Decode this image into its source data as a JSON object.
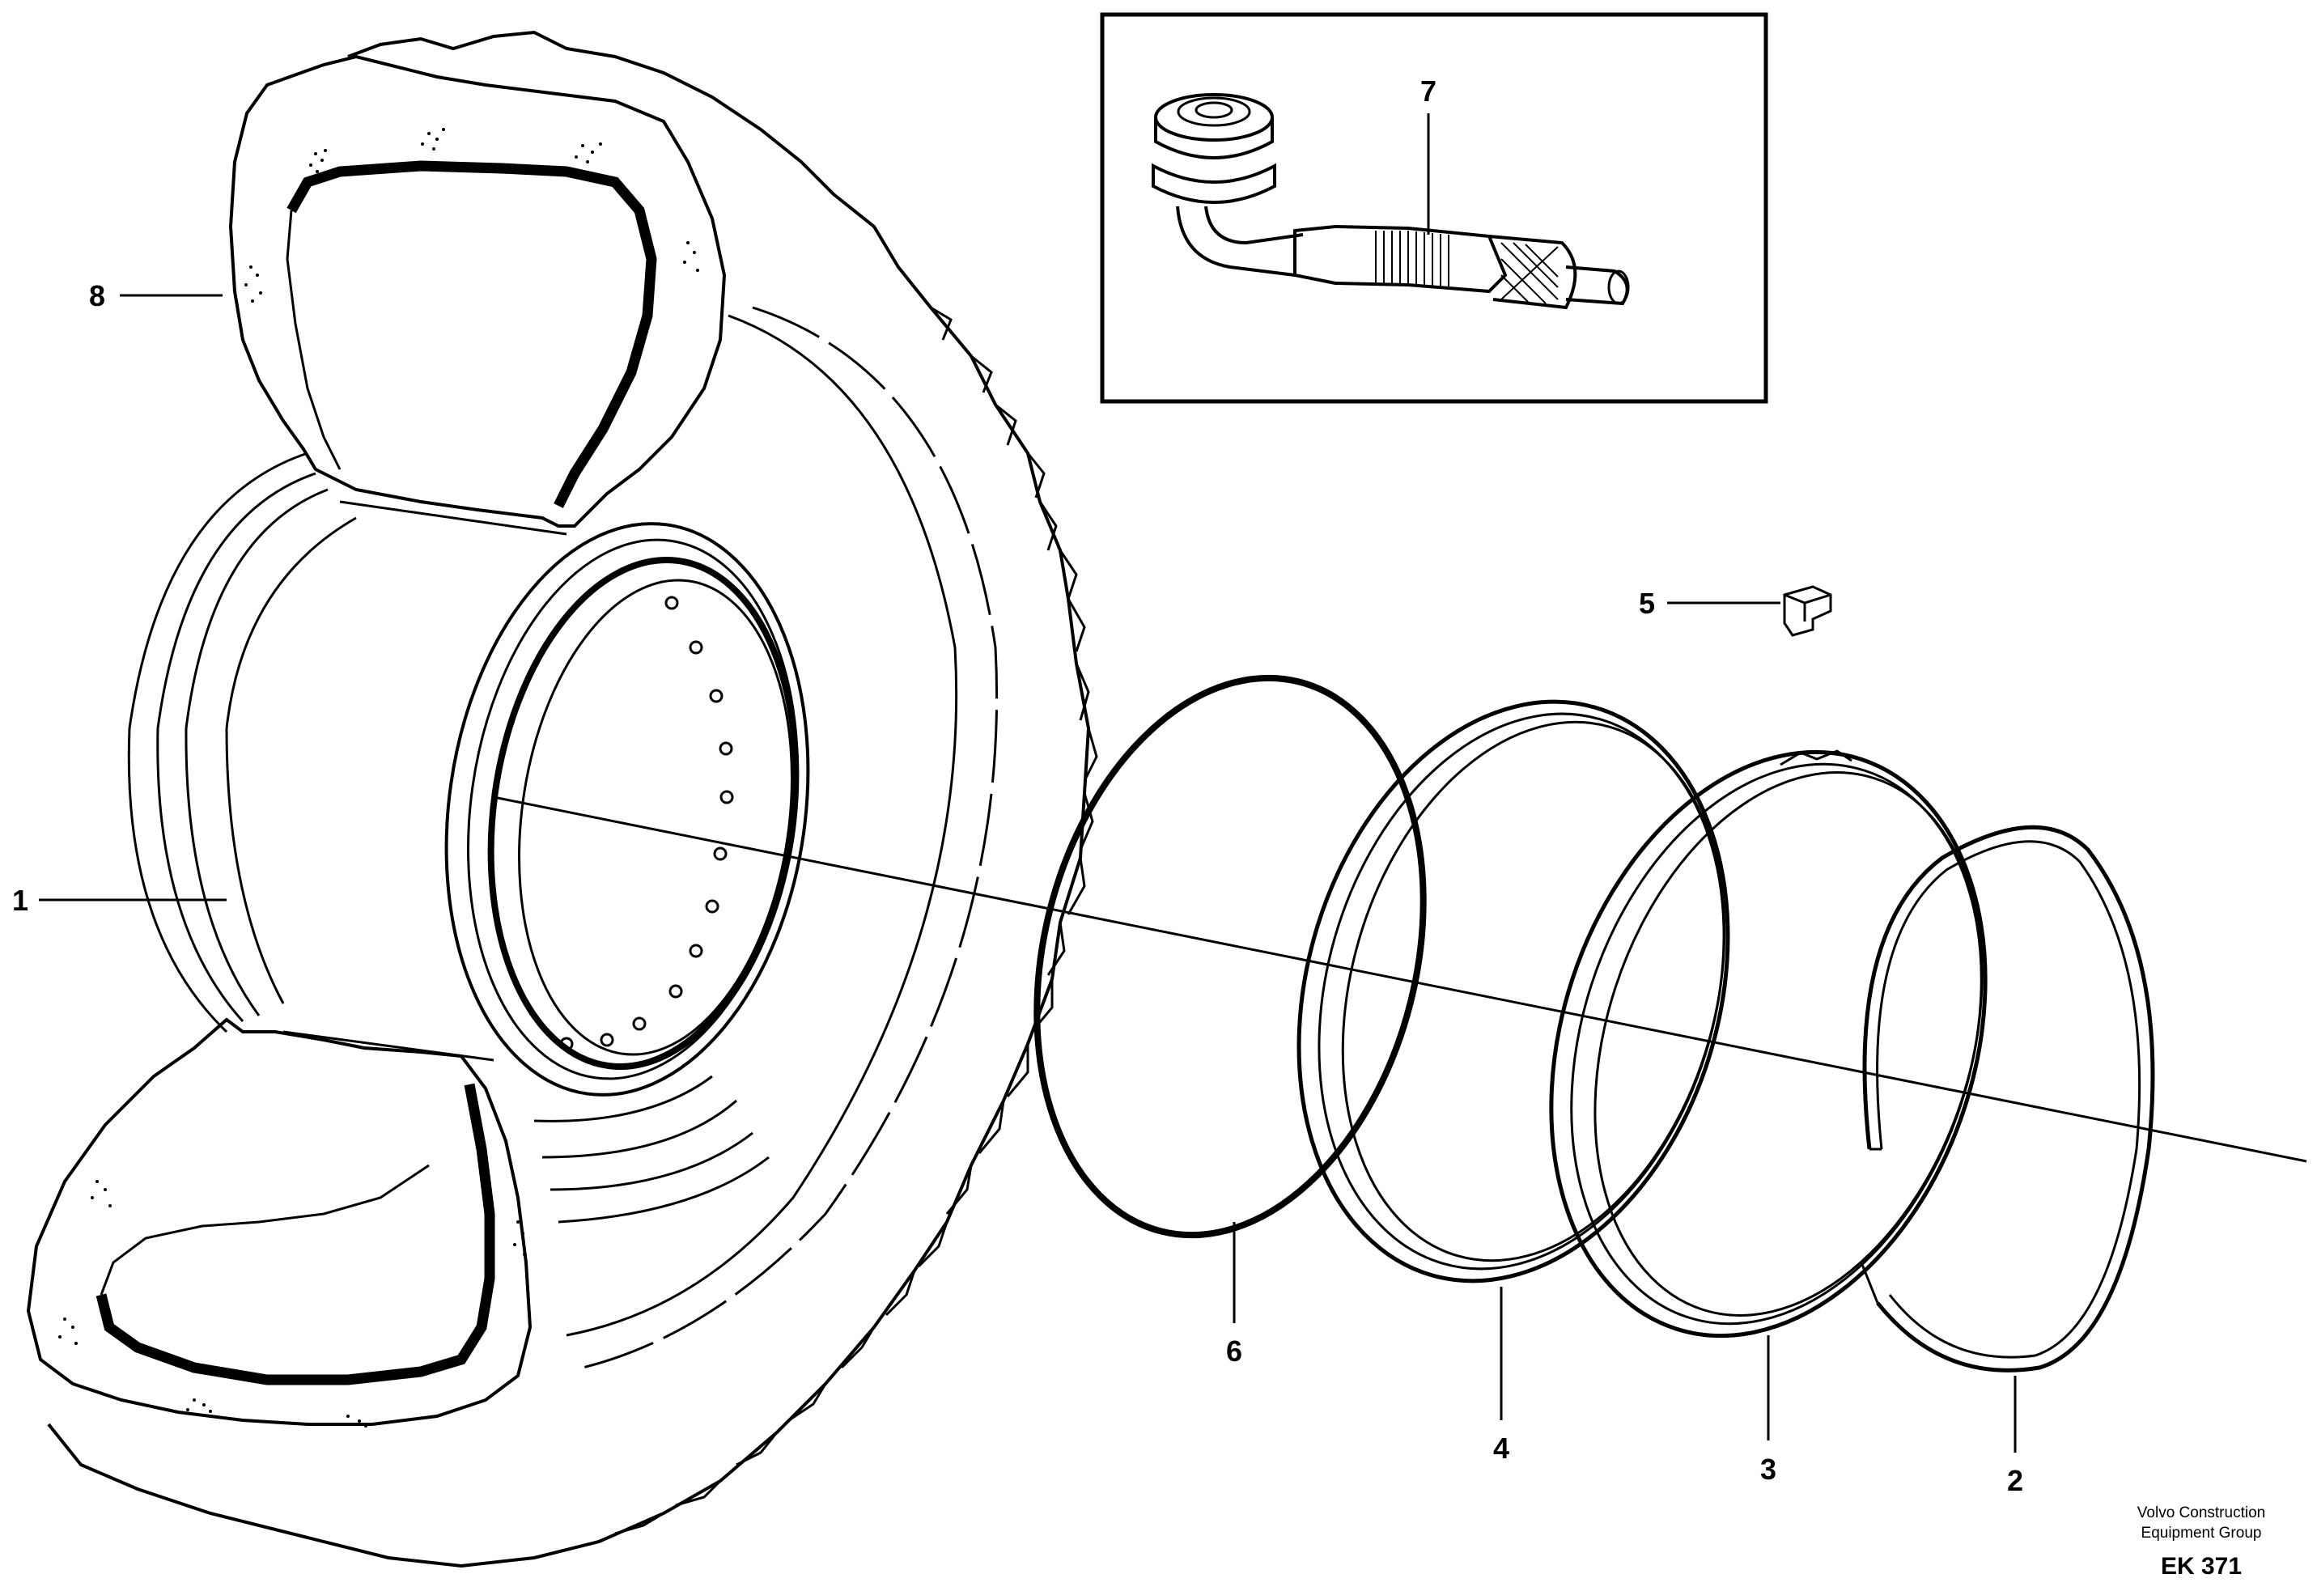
{
  "callouts": [
    {
      "id": "1",
      "label": "1"
    },
    {
      "id": "2",
      "label": "2"
    },
    {
      "id": "3",
      "label": "3"
    },
    {
      "id": "4",
      "label": "4"
    },
    {
      "id": "5",
      "label": "5"
    },
    {
      "id": "6",
      "label": "6"
    },
    {
      "id": "7",
      "label": "7"
    },
    {
      "id": "8",
      "label": "8"
    }
  ],
  "credit": {
    "line1": "Volvo Construction",
    "line2": "Equipment Group"
  },
  "code": "EK 371"
}
